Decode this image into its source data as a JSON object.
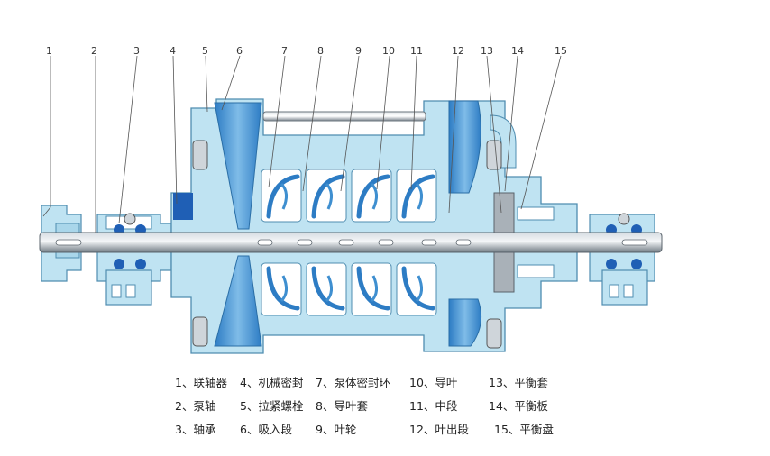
{
  "callouts": [
    "1",
    "2",
    "3",
    "4",
    "5",
    "6",
    "7",
    "8",
    "9",
    "10",
    "11",
    "12",
    "13",
    "14",
    "15"
  ],
  "legend": [
    {
      "num": "1",
      "text": "1、联轴器"
    },
    {
      "num": "4",
      "text": "4、机械密封"
    },
    {
      "num": "7",
      "text": "7、泵体密封环"
    },
    {
      "num": "10",
      "text": "10、导叶"
    },
    {
      "num": "13",
      "text": "13、平衡套"
    },
    {
      "num": "2",
      "text": "2、泵轴"
    },
    {
      "num": "5",
      "text": "5、拉紧螺栓"
    },
    {
      "num": "8",
      "text": "8、导叶套"
    },
    {
      "num": "11",
      "text": "11、中段"
    },
    {
      "num": "14",
      "text": "14、平衡板"
    },
    {
      "num": "3",
      "text": "3、轴承"
    },
    {
      "num": "6",
      "text": "6、吸入段"
    },
    {
      "num": "9",
      "text": "9、叶轮"
    },
    {
      "num": "12",
      "text": "12、叶出段"
    },
    {
      "num": "15",
      "text": "15、平衡盘"
    }
  ],
  "colors": {
    "casing": "#bfe3f2",
    "casing_line": "#4f8db0",
    "impeller": "#3f8fd0",
    "shaft": "#8f9aa3",
    "seal": "#1f5fb5",
    "leader": "#555555"
  }
}
